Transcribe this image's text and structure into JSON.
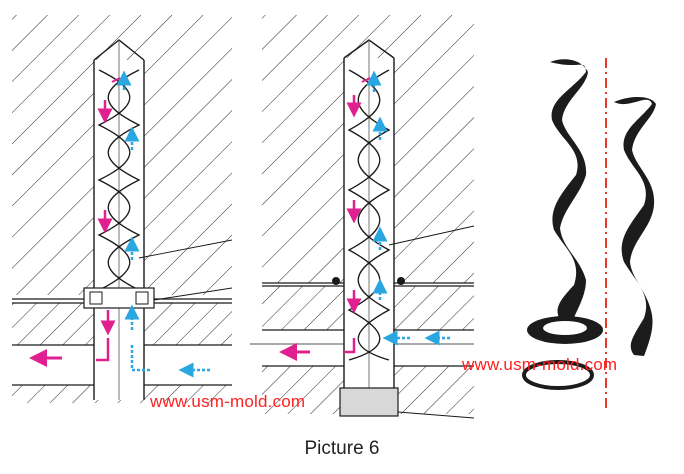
{
  "caption": "Picture 6",
  "watermarks": {
    "left": "www.usm-mold.com",
    "right": "www.usm-mold.com"
  },
  "colors": {
    "line": "#1a1a1a",
    "arrow_pink": "#e0208f",
    "arrow_blue": "#2aa6e0",
    "watermark": "#ff1f1f",
    "axis": "#e8382a",
    "baffle_dark": "#1c1c1c"
  }
}
